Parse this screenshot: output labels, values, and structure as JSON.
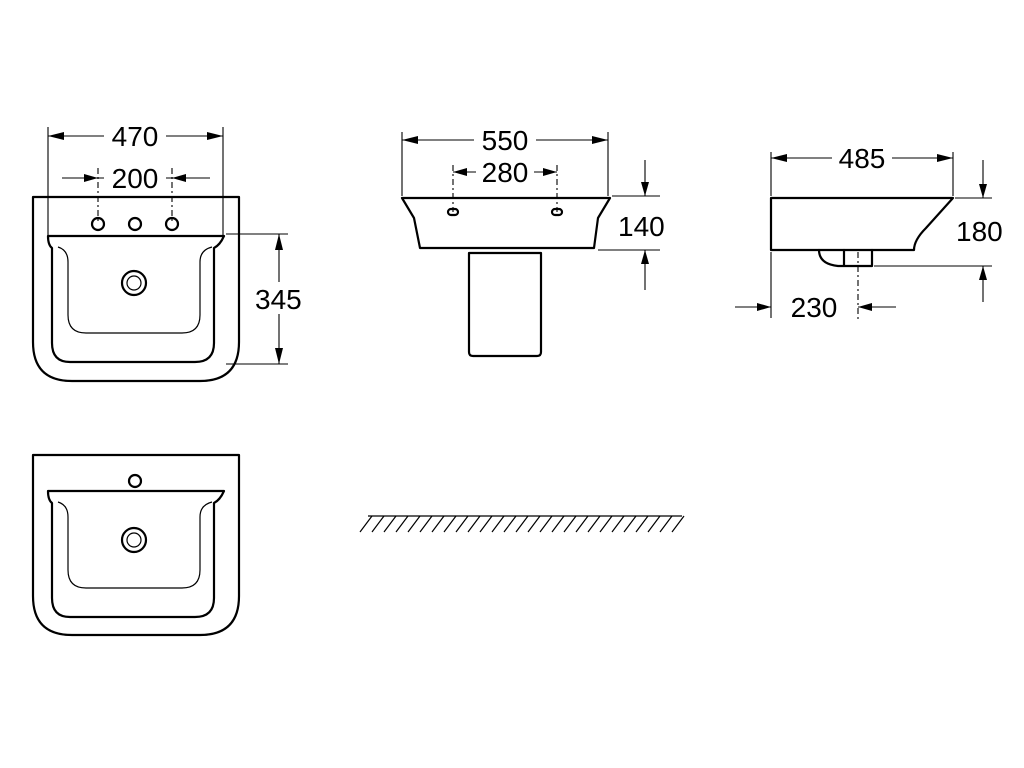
{
  "dimensions": {
    "front_width": "470",
    "tap_spacing": "200",
    "front_height": "345",
    "pedestal_width": "550",
    "pedestal_tap_spacing": "280",
    "pedestal_depth_height": "140",
    "side_depth": "485",
    "side_height": "180",
    "side_waste_offset": "230"
  }
}
